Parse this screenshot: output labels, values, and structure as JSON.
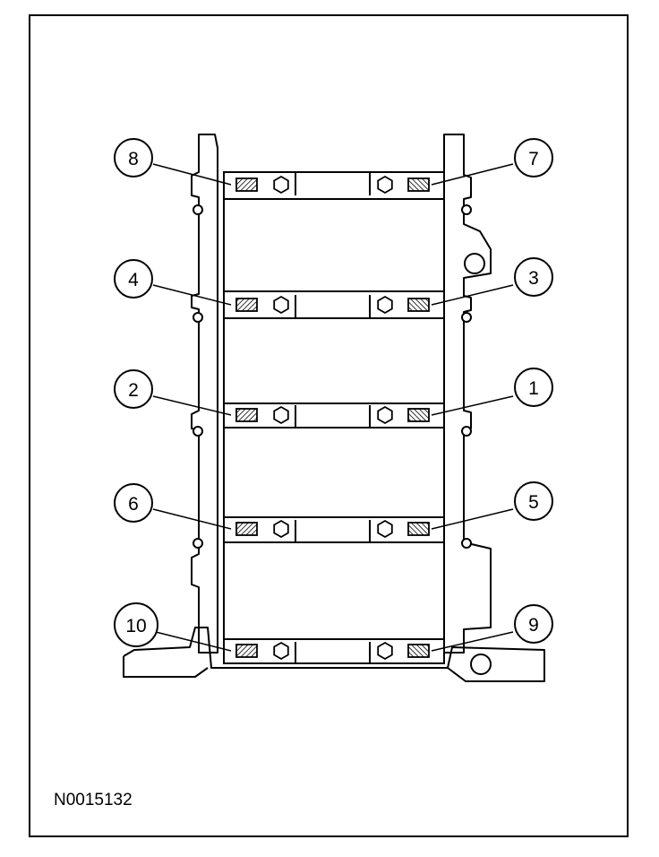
{
  "figure_id": "N0015132",
  "callouts": [
    "1",
    "2",
    "3",
    "4",
    "5",
    "6",
    "7",
    "8",
    "9",
    "10"
  ]
}
